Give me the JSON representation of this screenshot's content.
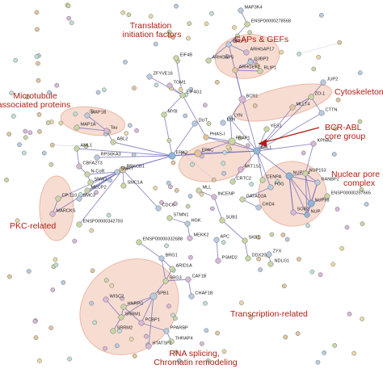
{
  "groups": [
    {
      "key": "translation",
      "text": [
        "Translation",
        "initiation factors"
      ]
    },
    {
      "key": "gaps",
      "text": [
        "GAPs & GEFs"
      ]
    },
    {
      "key": "microtubule",
      "text": [
        "Microtubule",
        "associated proteins"
      ]
    },
    {
      "key": "cytoskeleton",
      "text": [
        "Cytoskeleton"
      ]
    },
    {
      "key": "bcrabl",
      "text": [
        "BCR-ABL",
        "core group"
      ]
    },
    {
      "key": "nuclearpore",
      "text": [
        "Nuclear pore",
        "complex"
      ]
    },
    {
      "key": "pkc",
      "text": [
        "PKC-related"
      ]
    },
    {
      "key": "transcription",
      "text": [
        "Transcription-related"
      ]
    },
    {
      "key": "rna",
      "text": [
        "RNA splicing,",
        "Chromatin remodeling"
      ]
    }
  ],
  "nodes": [
    {
      "id": "PRKCB1",
      "label": "PRKCB1",
      "color": "#d5c6a0"
    },
    {
      "id": "SMC1A",
      "label": "SMC1A",
      "color": "#c9d7a6"
    },
    {
      "id": "MAP3K4",
      "label": "MAP3K4",
      "color": "#b9cbe0"
    },
    {
      "id": "ENSP278568",
      "label": "ENSP00000278568",
      "color": "#c9d7a6"
    },
    {
      "id": "GRLF1",
      "label": "GRLF1",
      "color": "#b9cbe0"
    },
    {
      "id": "ARHGAP17",
      "label": "ARHGAP17",
      "color": "#d8b8d8"
    },
    {
      "id": "ARHGAP5",
      "label": "ARHGAP5",
      "color": "#c9d7a6"
    },
    {
      "id": "G3BP2",
      "label": "G3BP2",
      "color": "#b9cbe0"
    },
    {
      "id": "ARHGEF2",
      "label": "ARHGEF2",
      "color": "#e2c5a0"
    },
    {
      "id": "RLIP1",
      "label": "RLIP1",
      "color": "#c9d7a6"
    },
    {
      "id": "EIF4B",
      "label": "EIF4B",
      "color": "#c9d7a6"
    },
    {
      "id": "ZFYVE16",
      "label": "ZFYVE16",
      "color": "#b9cbe0"
    },
    {
      "id": "TOM1",
      "label": "TOM1",
      "color": "#d8b8d8"
    },
    {
      "id": "EIF4G1",
      "label": "EIF4G1",
      "color": "#c9d7a6"
    },
    {
      "id": "JUP2",
      "label": "JUP2",
      "color": "#b9cbe0"
    },
    {
      "id": "ZO-1",
      "label": "ZO-1",
      "color": "#c9d7a6"
    },
    {
      "id": "MLLT4",
      "label": "MLLT4",
      "color": "#e2c5a0"
    },
    {
      "id": "CTTN",
      "label": "CTTN",
      "color": "#b9cbe0"
    },
    {
      "id": "BCR1",
      "label": "BCR1",
      "color": "#d8b8d8"
    },
    {
      "id": "MAP1B",
      "label": "MAP1B",
      "color": "#b9cbe0"
    },
    {
      "id": "MAP1A",
      "label": "MAP1A",
      "color": "#c9d7a6"
    },
    {
      "id": "Tau",
      "label": "Tau",
      "color": "#d8b8d8"
    },
    {
      "id": "ABL2",
      "label": "ABL2",
      "color": "#c9d7a6"
    },
    {
      "id": "DUT",
      "label": "DUT",
      "color": "#b9cbe0"
    },
    {
      "id": "MYB",
      "label": "MYB",
      "color": "#c9d7a6"
    },
    {
      "id": "PHAS-I",
      "label": "PHAS-I",
      "color": "#e2c5a0"
    },
    {
      "id": "LYN",
      "label": "LYN",
      "color": "#b9cbe0"
    },
    {
      "id": "YES1",
      "label": "YES1",
      "color": "#c9d7a6"
    },
    {
      "id": "AML1",
      "label": "AML1",
      "color": "#c9d7a6"
    },
    {
      "id": "RPS6KA3",
      "label": "RPS6KA3",
      "color": "#b9cbe0"
    },
    {
      "id": "ERK2",
      "label": "ERK2",
      "color": "#8fb6d8"
    },
    {
      "id": "EPAC",
      "label": "EPAC",
      "color": "#e2c5a0"
    },
    {
      "id": "FRAP1",
      "label": "FRAP1",
      "color": "#c9d7a6"
    },
    {
      "id": "ABL1",
      "label": "ABL1",
      "color": "#8fb6d8"
    },
    {
      "id": "KPNA2",
      "label": "KPNA2",
      "color": "#d8b8d8"
    },
    {
      "id": "CBFA2T3",
      "label": "CBFA2T3",
      "color": "#d8b8d8"
    },
    {
      "id": "NCoR",
      "label": "N-CoR",
      "color": "#c9d7a6"
    },
    {
      "id": "SMRT",
      "label": "SMRT",
      "color": "#b9cbe0"
    },
    {
      "id": "SNW1",
      "label": "SNW1",
      "color": "#c9d7a6"
    },
    {
      "id": "NUP214",
      "label": "NUP214",
      "color": "#8fb6d8"
    },
    {
      "id": "NUP153",
      "label": "NUP153",
      "color": "#c9d7a6"
    },
    {
      "id": "RANBP2",
      "label": "RANBP2",
      "color": "#b9cbe0"
    },
    {
      "id": "ENSP257665",
      "label": "ENSP00000257665",
      "color": "#c9d7a6"
    },
    {
      "id": "NUP98",
      "label": "NUP98",
      "color": "#8fb6d8"
    },
    {
      "id": "SOR2",
      "label": "SOR2",
      "color": "#d8b8d8"
    },
    {
      "id": "NUP",
      "label": "NUP",
      "color": "#8fb6d8"
    },
    {
      "id": "AKT1S1",
      "label": "AKT1S1",
      "color": "#d8b8d8"
    },
    {
      "id": "CENPA",
      "label": "CENPA",
      "color": "#c9d7a6"
    },
    {
      "id": "FOG",
      "label": "FOG",
      "color": "#b9cbe0"
    },
    {
      "id": "MECP2",
      "label": "MECP2",
      "color": "#c9d7a6"
    },
    {
      "id": "SMC3",
      "label": "SMC3",
      "color": "#b9cbe0"
    },
    {
      "id": "CP110",
      "label": "CP-110",
      "color": "#c9d7a6"
    },
    {
      "id": "MARCKS",
      "label": "MARCKS",
      "color": "#d8b8d8"
    },
    {
      "id": "ENSP342793",
      "label": "ENSP00000342793",
      "color": "#c9d7a6"
    },
    {
      "id": "CDC6",
      "label": "CDC6",
      "color": "#b9cbe0"
    },
    {
      "id": "MLL",
      "label": "MLL",
      "color": "#c9d7a6"
    },
    {
      "id": "INCENP",
      "label": "INCENP",
      "color": "#d8b8d8"
    },
    {
      "id": "GATAD2A",
      "label": "GATAD2A",
      "color": "#c9d7a6"
    },
    {
      "id": "CHD4",
      "label": "CHD4",
      "color": "#b9cbe0"
    },
    {
      "id": "STMN1",
      "label": "STMN1",
      "color": "#c9d7a6"
    },
    {
      "id": "HGK",
      "label": "HGK",
      "color": "#b9cbe0"
    },
    {
      "id": "SUB1",
      "label": "SUB1",
      "color": "#c9d7a6"
    },
    {
      "id": "MEKK2",
      "label": "MEKK2",
      "color": "#d8b8d8"
    },
    {
      "id": "ENSP332688",
      "label": "ENSP00000332688",
      "color": "#c9d7a6"
    },
    {
      "id": "APC",
      "label": "APC",
      "color": "#b9cbe0"
    },
    {
      "id": "SKB1",
      "label": "SKB1",
      "color": "#c9d7a6"
    },
    {
      "id": "PSMD2",
      "label": "PSMD2",
      "color": "#d8b8d8"
    },
    {
      "id": "DDX20",
      "label": "DDX20",
      "color": "#c9d7a6"
    },
    {
      "id": "ZYX",
      "label": "ZYX",
      "color": "#b9cbe0"
    },
    {
      "id": "NDLG1",
      "label": "NDLG1",
      "color": "#c9d7a6"
    },
    {
      "id": "BRG1",
      "label": "BRG1",
      "color": "#b9cbe0"
    },
    {
      "id": "ARID1A",
      "label": "ARID1A",
      "color": "#c9d7a6"
    },
    {
      "id": "CAF1B",
      "label": "CAF1B",
      "color": "#d8b8d8"
    },
    {
      "id": "SRG3",
      "label": "SRG3",
      "color": "#c9d7a6"
    },
    {
      "id": "CHAF1B",
      "label": "CHAF1B",
      "color": "#b9cbe0"
    },
    {
      "id": "WISC2",
      "label": "WISC2",
      "color": "#d8b8d8"
    },
    {
      "id": "HNRPC",
      "label": "HNRPC",
      "color": "#c9d7a6"
    },
    {
      "id": "SPB1",
      "label": "SPB1",
      "color": "#b9cbe0"
    },
    {
      "id": "SRRM1",
      "label": "SRRM1",
      "color": "#c9d7a6"
    },
    {
      "id": "PCBP1",
      "label": "PCBP1",
      "color": "#d8b8d8"
    },
    {
      "id": "SRRM2",
      "label": "SRRM2",
      "color": "#c9d7a6"
    },
    {
      "id": "PPARBP",
      "label": "PPARBP",
      "color": "#b9cbe0"
    },
    {
      "id": "THRAP4",
      "label": "THRAP4",
      "color": "#c9d7a6"
    },
    {
      "id": "HTATSF1",
      "label": "HTATSF1",
      "color": "#d8b8d8"
    },
    {
      "id": "CRTC2",
      "label": "CRTC2",
      "color": "#c9d7a6"
    },
    {
      "id": "LYN2",
      "label": "LYN",
      "color": "#b9cbe0"
    }
  ],
  "edges": [
    [
      "ABL1",
      "BCR1"
    ],
    [
      "ABL1",
      "FRAP1"
    ],
    [
      "ABL1",
      "LYN"
    ],
    [
      "ABL1",
      "YES1"
    ],
    [
      "ABL1",
      "EPAC"
    ],
    [
      "ABL1",
      "ERK2"
    ],
    [
      "ABL1",
      "MLLT4"
    ],
    [
      "ABL1",
      "CTTN"
    ],
    [
      "ABL1",
      "NUP214"
    ],
    [
      "ABL1",
      "KPNA2"
    ],
    [
      "ABL1",
      "ZO-1"
    ],
    [
      "ABL1",
      "PHAS-I"
    ],
    [
      "ABL1",
      "AKT1S1"
    ],
    [
      "ABL1",
      "CENPA"
    ],
    [
      "ABL1",
      "FOG"
    ],
    [
      "BCR1",
      "ARHGEF2"
    ],
    [
      "BCR1",
      "GRLF1"
    ],
    [
      "BCR1",
      "LYN"
    ],
    [
      "GRLF1",
      "ARHGAP17"
    ],
    [
      "GRLF1",
      "ARHGAP5"
    ],
    [
      "GRLF1",
      "ENSP278568"
    ],
    [
      "ARHGEF2",
      "G3BP2"
    ],
    [
      "ARHGEF2",
      "RLIP1"
    ],
    [
      "EIF4B",
      "EIF4G1"
    ],
    [
      "EIF4G1",
      "PHAS-I"
    ],
    [
      "EIF4G1",
      "TOM1"
    ],
    [
      "EIF4G1",
      "ZFYVE16"
    ],
    [
      "EIF4G1",
      "MYB"
    ],
    [
      "PHAS-I",
      "FRAP1"
    ],
    [
      "FRAP1",
      "EPAC"
    ],
    [
      "FRAP1",
      "LYN"
    ],
    [
      "MLLT4",
      "ZO-1"
    ],
    [
      "ZO-1",
      "JUP2"
    ],
    [
      "ZO-1",
      "CTTN"
    ],
    [
      "MAP1B",
      "Tau"
    ],
    [
      "MAP1A",
      "Tau"
    ],
    [
      "Tau",
      "ABL2"
    ],
    [
      "ABL2",
      "ERK2"
    ],
    [
      "ERK2",
      "EPAC"
    ],
    [
      "ERK2",
      "RPS6KA3"
    ],
    [
      "ERK2",
      "DUT"
    ],
    [
      "ERK2",
      "MYB"
    ],
    [
      "ERK2",
      "AML1"
    ],
    [
      "ERK2",
      "PRKCB1"
    ],
    [
      "ERK2",
      "SMRT"
    ],
    [
      "AML1",
      "CBFA2T3"
    ],
    [
      "SMRT",
      "NCoR"
    ],
    [
      "NCoR",
      "CBFA2T3"
    ],
    [
      "SMRT",
      "SNW1"
    ],
    [
      "NCoR",
      "SNW1"
    ],
    [
      "PRKCB1",
      "MARCKS"
    ],
    [
      "PRKCB1",
      "CP110"
    ],
    [
      "PRKCB1",
      "ENSP342793"
    ],
    [
      "PRKCB1",
      "MECP2"
    ],
    [
      "PRKCB1",
      "SMC3"
    ],
    [
      "PRKCB1",
      "CDC6"
    ],
    [
      "PRKCB1",
      "SMC1A"
    ],
    [
      "CP110",
      "MARCKS"
    ],
    [
      "NUP214",
      "NUP153"
    ],
    [
      "NUP214",
      "RANBP2"
    ],
    [
      "NUP214",
      "NUP98"
    ],
    [
      "NUP214",
      "SOR2"
    ],
    [
      "NUP214",
      "NUP"
    ],
    [
      "NUP153",
      "RANBP2"
    ],
    [
      "NUP153",
      "NUP98"
    ],
    [
      "NUP153",
      "NUP"
    ],
    [
      "RANBP2",
      "NUP98"
    ],
    [
      "RANBP2",
      "NUP"
    ],
    [
      "NUP98",
      "NUP"
    ],
    [
      "SOR2",
      "NUP"
    ],
    [
      "ENSP257665",
      "NUP98"
    ],
    [
      "KPNA2",
      "NUP153"
    ],
    [
      "NUP214",
      "SOR2"
    ],
    [
      "FOG",
      "GATAD2A"
    ],
    [
      "GATAD2A",
      "CHD4"
    ],
    [
      "MLL",
      "INCENP"
    ],
    [
      "INCENP",
      "SUB1"
    ],
    [
      "SUB1",
      "SKB1"
    ],
    [
      "BRG1",
      "ARID1A"
    ],
    [
      "ARID1A",
      "SRG3"
    ],
    [
      "BRG1",
      "SRG3"
    ],
    [
      "SRG3",
      "CAF1B"
    ],
    [
      "CAF1B",
      "CHAF1B"
    ],
    [
      "SRG3",
      "SPB1"
    ],
    [
      "SPB1",
      "HNRPC"
    ],
    [
      "SPB1",
      "PCBP1"
    ],
    [
      "SPB1",
      "SRRM1"
    ],
    [
      "HNRPC",
      "SRRM1"
    ],
    [
      "SRRM1",
      "SRRM2"
    ],
    [
      "SRRM1",
      "WISC2"
    ],
    [
      "HNRPC",
      "PCBP1"
    ],
    [
      "PCBP1",
      "PPARBP"
    ],
    [
      "PPARBP",
      "THRAP4"
    ],
    [
      "SPB1",
      "HTATSF1"
    ],
    [
      "ENSP332688",
      "BRG1"
    ],
    [
      "MEKK2",
      "HGK"
    ],
    [
      "STMN1",
      "HGK"
    ],
    [
      "APC",
      "PSMD2"
    ],
    [
      "DDX20",
      "SKB1"
    ],
    [
      "ZYX",
      "NDLG1"
    ],
    [
      "CRTC2",
      "AKT1S1"
    ],
    [
      "MAP3K4",
      "ENSP278568"
    ]
  ]
}
